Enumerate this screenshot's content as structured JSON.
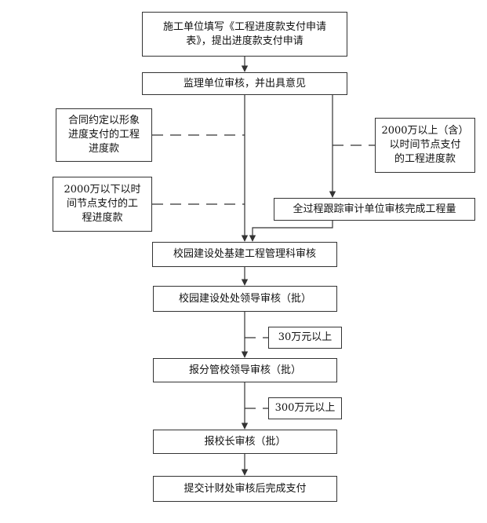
{
  "nodes": {
    "apply": {
      "lines": [
        "施工单位填写《工程进度款支付申请",
        "表》，提出进度款支付申请"
      ]
    },
    "supervisor": {
      "lines": [
        "监理单位审核，并出具意见"
      ]
    },
    "image_progress": {
      "lines": [
        "合同约定以形象",
        "进度支付的工程",
        "进度款"
      ]
    },
    "over_2000": {
      "lines": [
        "2000万以上（含）",
        "以时间节点支付",
        "的工程进度款"
      ]
    },
    "under_2000": {
      "lines": [
        "2000万以下以时",
        "间节点支付的工",
        "程进度款"
      ]
    },
    "audit": {
      "lines": [
        "全过程跟踪审计单位审核完成工程量"
      ]
    },
    "infra_dept": {
      "lines": [
        "校园建设处基建工程管理科审核"
      ]
    },
    "dept_leader": {
      "lines": [
        "校园建设处处领导审核（批）"
      ]
    },
    "over_30": {
      "lines": [
        "30万元以上"
      ]
    },
    "vice_president": {
      "lines": [
        "报分管校领导审核（批）"
      ]
    },
    "over_300": {
      "lines": [
        "300万元以上"
      ]
    },
    "president": {
      "lines": [
        "报校长审核（批）"
      ]
    },
    "finance": {
      "lines": [
        "提交计财处审核后完成支付"
      ]
    }
  }
}
